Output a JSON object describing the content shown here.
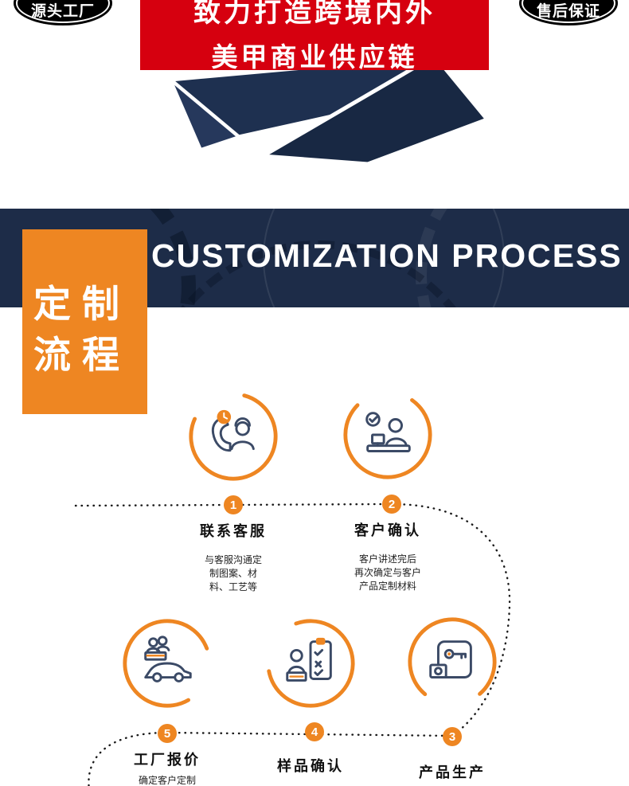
{
  "badges": {
    "left": "源头工厂",
    "right": "售后保证"
  },
  "banner": {
    "line1": "致力打造跨境内外",
    "line2": "美甲商业供应链"
  },
  "process_header": {
    "title_en": "CUSTOMIZATION PROCESS",
    "title_cn": [
      "定制",
      "流程"
    ]
  },
  "steps": [
    {
      "num": "1",
      "label": "联系客服",
      "icon": "phone-support-icon",
      "desc": [
        "与客服沟通定",
        "制图案、材",
        "料、工艺等"
      ]
    },
    {
      "num": "2",
      "label": "客户确认",
      "icon": "customer-confirm-icon",
      "desc": [
        "客户讲述完后",
        "再次确定与客户",
        "产品定制材料"
      ]
    },
    {
      "num": "3",
      "label": "产品生产",
      "icon": "product-production-icon",
      "desc": []
    },
    {
      "num": "4",
      "label": "样品确认",
      "icon": "sample-confirm-icon",
      "desc": []
    },
    {
      "num": "5",
      "label": "工厂报价",
      "icon": "factory-quote-icon",
      "desc": [
        "确定客户定制"
      ]
    }
  ],
  "colors": {
    "red": "#d6000f",
    "navy": "#1d2c48",
    "orange": "#ee8622",
    "black": "#000000"
  }
}
